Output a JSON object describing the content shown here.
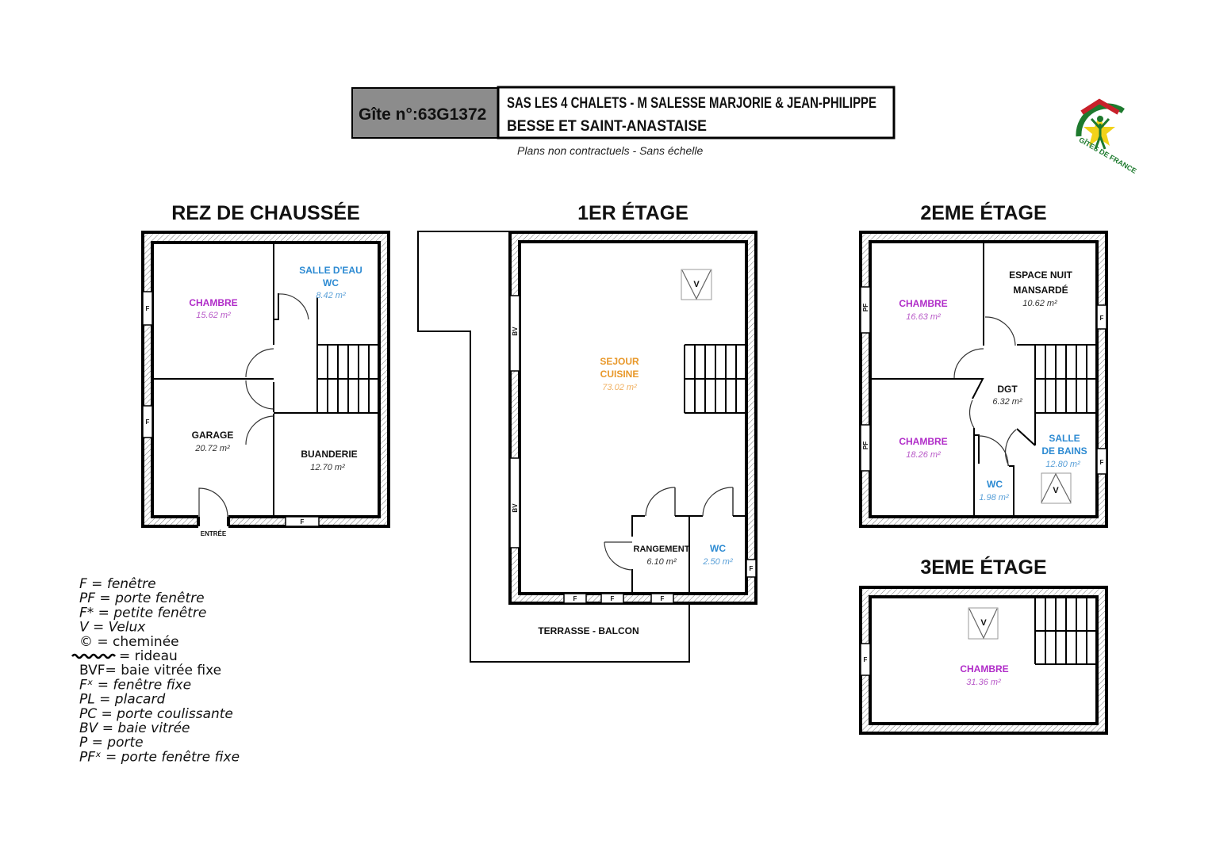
{
  "header": {
    "gite_label": "Gîte n°:63G1372",
    "title_line1": "SAS LES 4 CHALETS - M SALESSE MARJORIE & JEAN-PHILIPPE",
    "title_line2": "BESSE ET SAINT-ANASTAISE",
    "disclaimer": "Plans non contractuels - Sans échelle",
    "logo_text": "GÎTES DE FRANCE"
  },
  "labels": {
    "F": "F",
    "PF": "PF",
    "BV": "BV",
    "V": "V"
  },
  "colors": {
    "chambre": "#b02cc8",
    "eau": "#2c8ad2",
    "sejour": "#e8982a"
  },
  "plans": {
    "rdc": {
      "title": "REZ DE CHAUSSÉE",
      "entrance": "ENTRÉE",
      "rooms": [
        {
          "name": "CHAMBRE",
          "area": "15.62 m²"
        },
        {
          "name": "SALLE D'EAU",
          "name2": "WC",
          "area": "8.42 m²"
        },
        {
          "name": "GARAGE",
          "area": "20.72 m²"
        },
        {
          "name": "BUANDERIE",
          "area": "12.70 m²"
        }
      ]
    },
    "etage1": {
      "title": "1ER ÉTAGE",
      "terrace": "TERRASSE - BALCON",
      "rooms": [
        {
          "name": "SEJOUR",
          "name2": "CUISINE",
          "area": "73.02 m²"
        },
        {
          "name": "RANGEMENT",
          "area": "6.10 m²"
        },
        {
          "name": "WC",
          "area": "2.50 m²"
        }
      ]
    },
    "etage2": {
      "title": "2EME ÉTAGE",
      "rooms": [
        {
          "name": "CHAMBRE",
          "area": "16.63 m²"
        },
        {
          "name": "ESPACE NUIT",
          "name2": "MANSARDÉ",
          "area": "10.62 m²"
        },
        {
          "name": "DGT",
          "area": "6.32 m²"
        },
        {
          "name": "CHAMBRE",
          "area": "18.26 m²"
        },
        {
          "name": "SALLE",
          "name2": "DE BAINS",
          "area": "12.80 m²"
        },
        {
          "name": "WC",
          "area": "1.98 m²"
        }
      ]
    },
    "etage3": {
      "title": "3EME ÉTAGE",
      "rooms": [
        {
          "name": "CHAMBRE",
          "area": "31.36 m²"
        }
      ]
    }
  },
  "legend": [
    {
      "text": "F = fenêtre",
      "italic": true
    },
    {
      "text": "PF = porte fenêtre",
      "italic": true
    },
    {
      "text": "F* = petite fenêtre",
      "italic": true
    },
    {
      "text": "V = Velux",
      "italic": true
    },
    {
      "text": "© = cheminée",
      "italic": false
    },
    {
      "text": "= rideau",
      "italic": false
    },
    {
      "text": "BVF= baie vitrée fixe",
      "italic": false
    },
    {
      "text": "Fˣ = fenêtre fixe",
      "italic": true
    },
    {
      "text": "PL = placard",
      "italic": true
    },
    {
      "text": "PC = porte coulissante",
      "italic": true
    },
    {
      "text": "BV = baie vitrée",
      "italic": true
    },
    {
      "text": "P = porte",
      "italic": true
    },
    {
      "text": "PFˣ = porte fenêtre fixe",
      "italic": true
    }
  ]
}
